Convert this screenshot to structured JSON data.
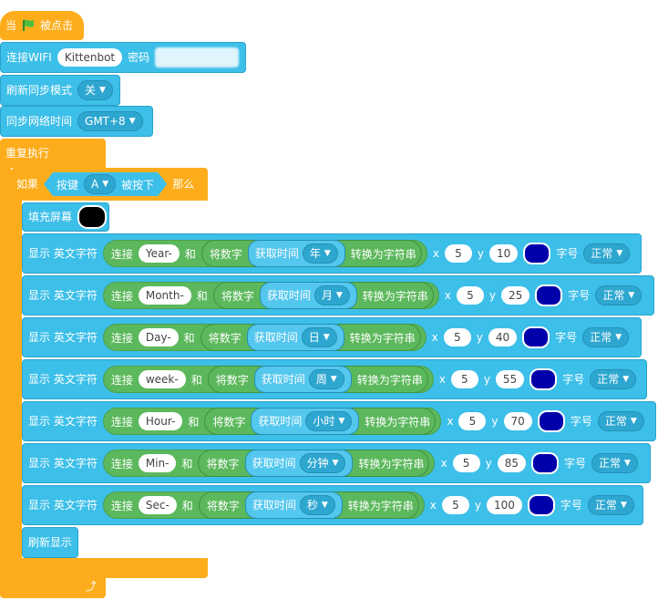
{
  "hat": {
    "prefix": "当",
    "suffix": "被点击",
    "icon": "green-flag-icon"
  },
  "wifi": {
    "label": "连接WIFI",
    "ssid": "Kittenbot",
    "pw_label": "密码"
  },
  "refresh_mode": {
    "label": "刷新同步模式",
    "value": "关"
  },
  "sync_time": {
    "label": "同步网络时间",
    "value": "GMT+8"
  },
  "forever": {
    "label": "重复执行"
  },
  "if_block": {
    "label": "如果",
    "cond_prefix": "按键",
    "key": "A",
    "cond_suffix": "被按下",
    "then": "那么"
  },
  "fill": {
    "label": "填充屏幕",
    "color": "#000000"
  },
  "display_rows": [
    {
      "prefix": "显示 英文字符",
      "connect": "连接",
      "text": "Year-",
      "and": "和",
      "num": "将数字",
      "get": "获取时间",
      "unit": "年",
      "conv": "转换为字符串",
      "x_label": "x",
      "x": "5",
      "y_label": "y",
      "y": "10",
      "color": "#0000aa",
      "size_label": "字号",
      "size": "正常"
    },
    {
      "prefix": "显示 英文字符",
      "connect": "连接",
      "text": "Month-",
      "and": "和",
      "num": "将数字",
      "get": "获取时间",
      "unit": "月",
      "conv": "转换为字符串",
      "x_label": "x",
      "x": "5",
      "y_label": "y",
      "y": "25",
      "color": "#0000aa",
      "size_label": "字号",
      "size": "正常"
    },
    {
      "prefix": "显示 英文字符",
      "connect": "连接",
      "text": "Day-",
      "and": "和",
      "num": "将数字",
      "get": "获取时间",
      "unit": "日",
      "conv": "转换为字符串",
      "x_label": "x",
      "x": "5",
      "y_label": "y",
      "y": "40",
      "color": "#0000aa",
      "size_label": "字号",
      "size": "正常"
    },
    {
      "prefix": "显示 英文字符",
      "connect": "连接",
      "text": "week-",
      "and": "和",
      "num": "将数字",
      "get": "获取时间",
      "unit": "周",
      "conv": "转换为字符串",
      "x_label": "x",
      "x": "5",
      "y_label": "y",
      "y": "55",
      "color": "#0000aa",
      "size_label": "字号",
      "size": "正常"
    },
    {
      "prefix": "显示 英文字符",
      "connect": "连接",
      "text": "Hour-",
      "and": "和",
      "num": "将数字",
      "get": "获取时间",
      "unit": "小时",
      "conv": "转换为字符串",
      "x_label": "x",
      "x": "5",
      "y_label": "y",
      "y": "70",
      "color": "#0000aa",
      "size_label": "字号",
      "size": "正常"
    },
    {
      "prefix": "显示 英文字符",
      "connect": "连接",
      "text": "Min-",
      "and": "和",
      "num": "将数字",
      "get": "获取时间",
      "unit": "分钟",
      "conv": "转换为字符串",
      "x_label": "x",
      "x": "5",
      "y_label": "y",
      "y": "85",
      "color": "#0000aa",
      "size_label": "字号",
      "size": "正常"
    },
    {
      "prefix": "显示 英文字符",
      "connect": "连接",
      "text": "Sec-",
      "and": "和",
      "num": "将数字",
      "get": "获取时间",
      "unit": "秒",
      "conv": "转换为字符串",
      "x_label": "x",
      "x": "5",
      "y_label": "y",
      "y": "100",
      "color": "#0000aa",
      "size_label": "字号",
      "size": "正常"
    }
  ],
  "refresh_display": {
    "label": "刷新显示"
  },
  "loop_icon": "loop-arrow-icon"
}
